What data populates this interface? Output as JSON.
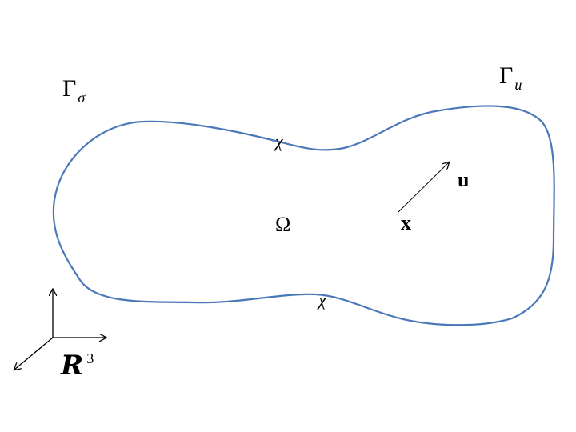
{
  "labels": {
    "gamma_sigma": {
      "symbol": "Γ",
      "subscript": "σ"
    },
    "gamma_u": {
      "symbol": "Γ",
      "subscript": "u"
    },
    "chi_top": "χ",
    "chi_bottom": "χ",
    "omega": "Ω",
    "point_x": "x",
    "displacement_u": "u",
    "space": {
      "symbol": "R",
      "superscript": "3"
    }
  },
  "colors": {
    "boundary": "#4a78b8",
    "arrows": "#000000"
  }
}
